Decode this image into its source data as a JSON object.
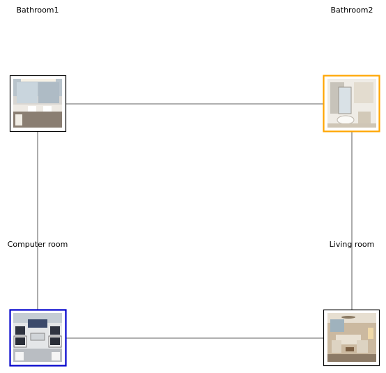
{
  "rooms": [
    {
      "id": "bathroom1",
      "label": "Bathroom1",
      "highlight": null,
      "scene": "bathroom-vanity"
    },
    {
      "id": "bathroom2",
      "label": "Bathroom2",
      "highlight": "#ffa500",
      "scene": "bathroom-shower"
    },
    {
      "id": "computer_room",
      "label": "Computer room",
      "highlight": "#0000cc",
      "scene": "computer-lab"
    },
    {
      "id": "living_room",
      "label": "Living room",
      "highlight": null,
      "scene": "living-room"
    }
  ],
  "connections": [
    [
      "bathroom1",
      "bathroom2"
    ],
    [
      "bathroom1",
      "computer_room"
    ],
    [
      "bathroom2",
      "living_room"
    ],
    [
      "computer_room",
      "living_room"
    ]
  ],
  "colors": {
    "edge": "#808080",
    "default_border": "#000000"
  }
}
